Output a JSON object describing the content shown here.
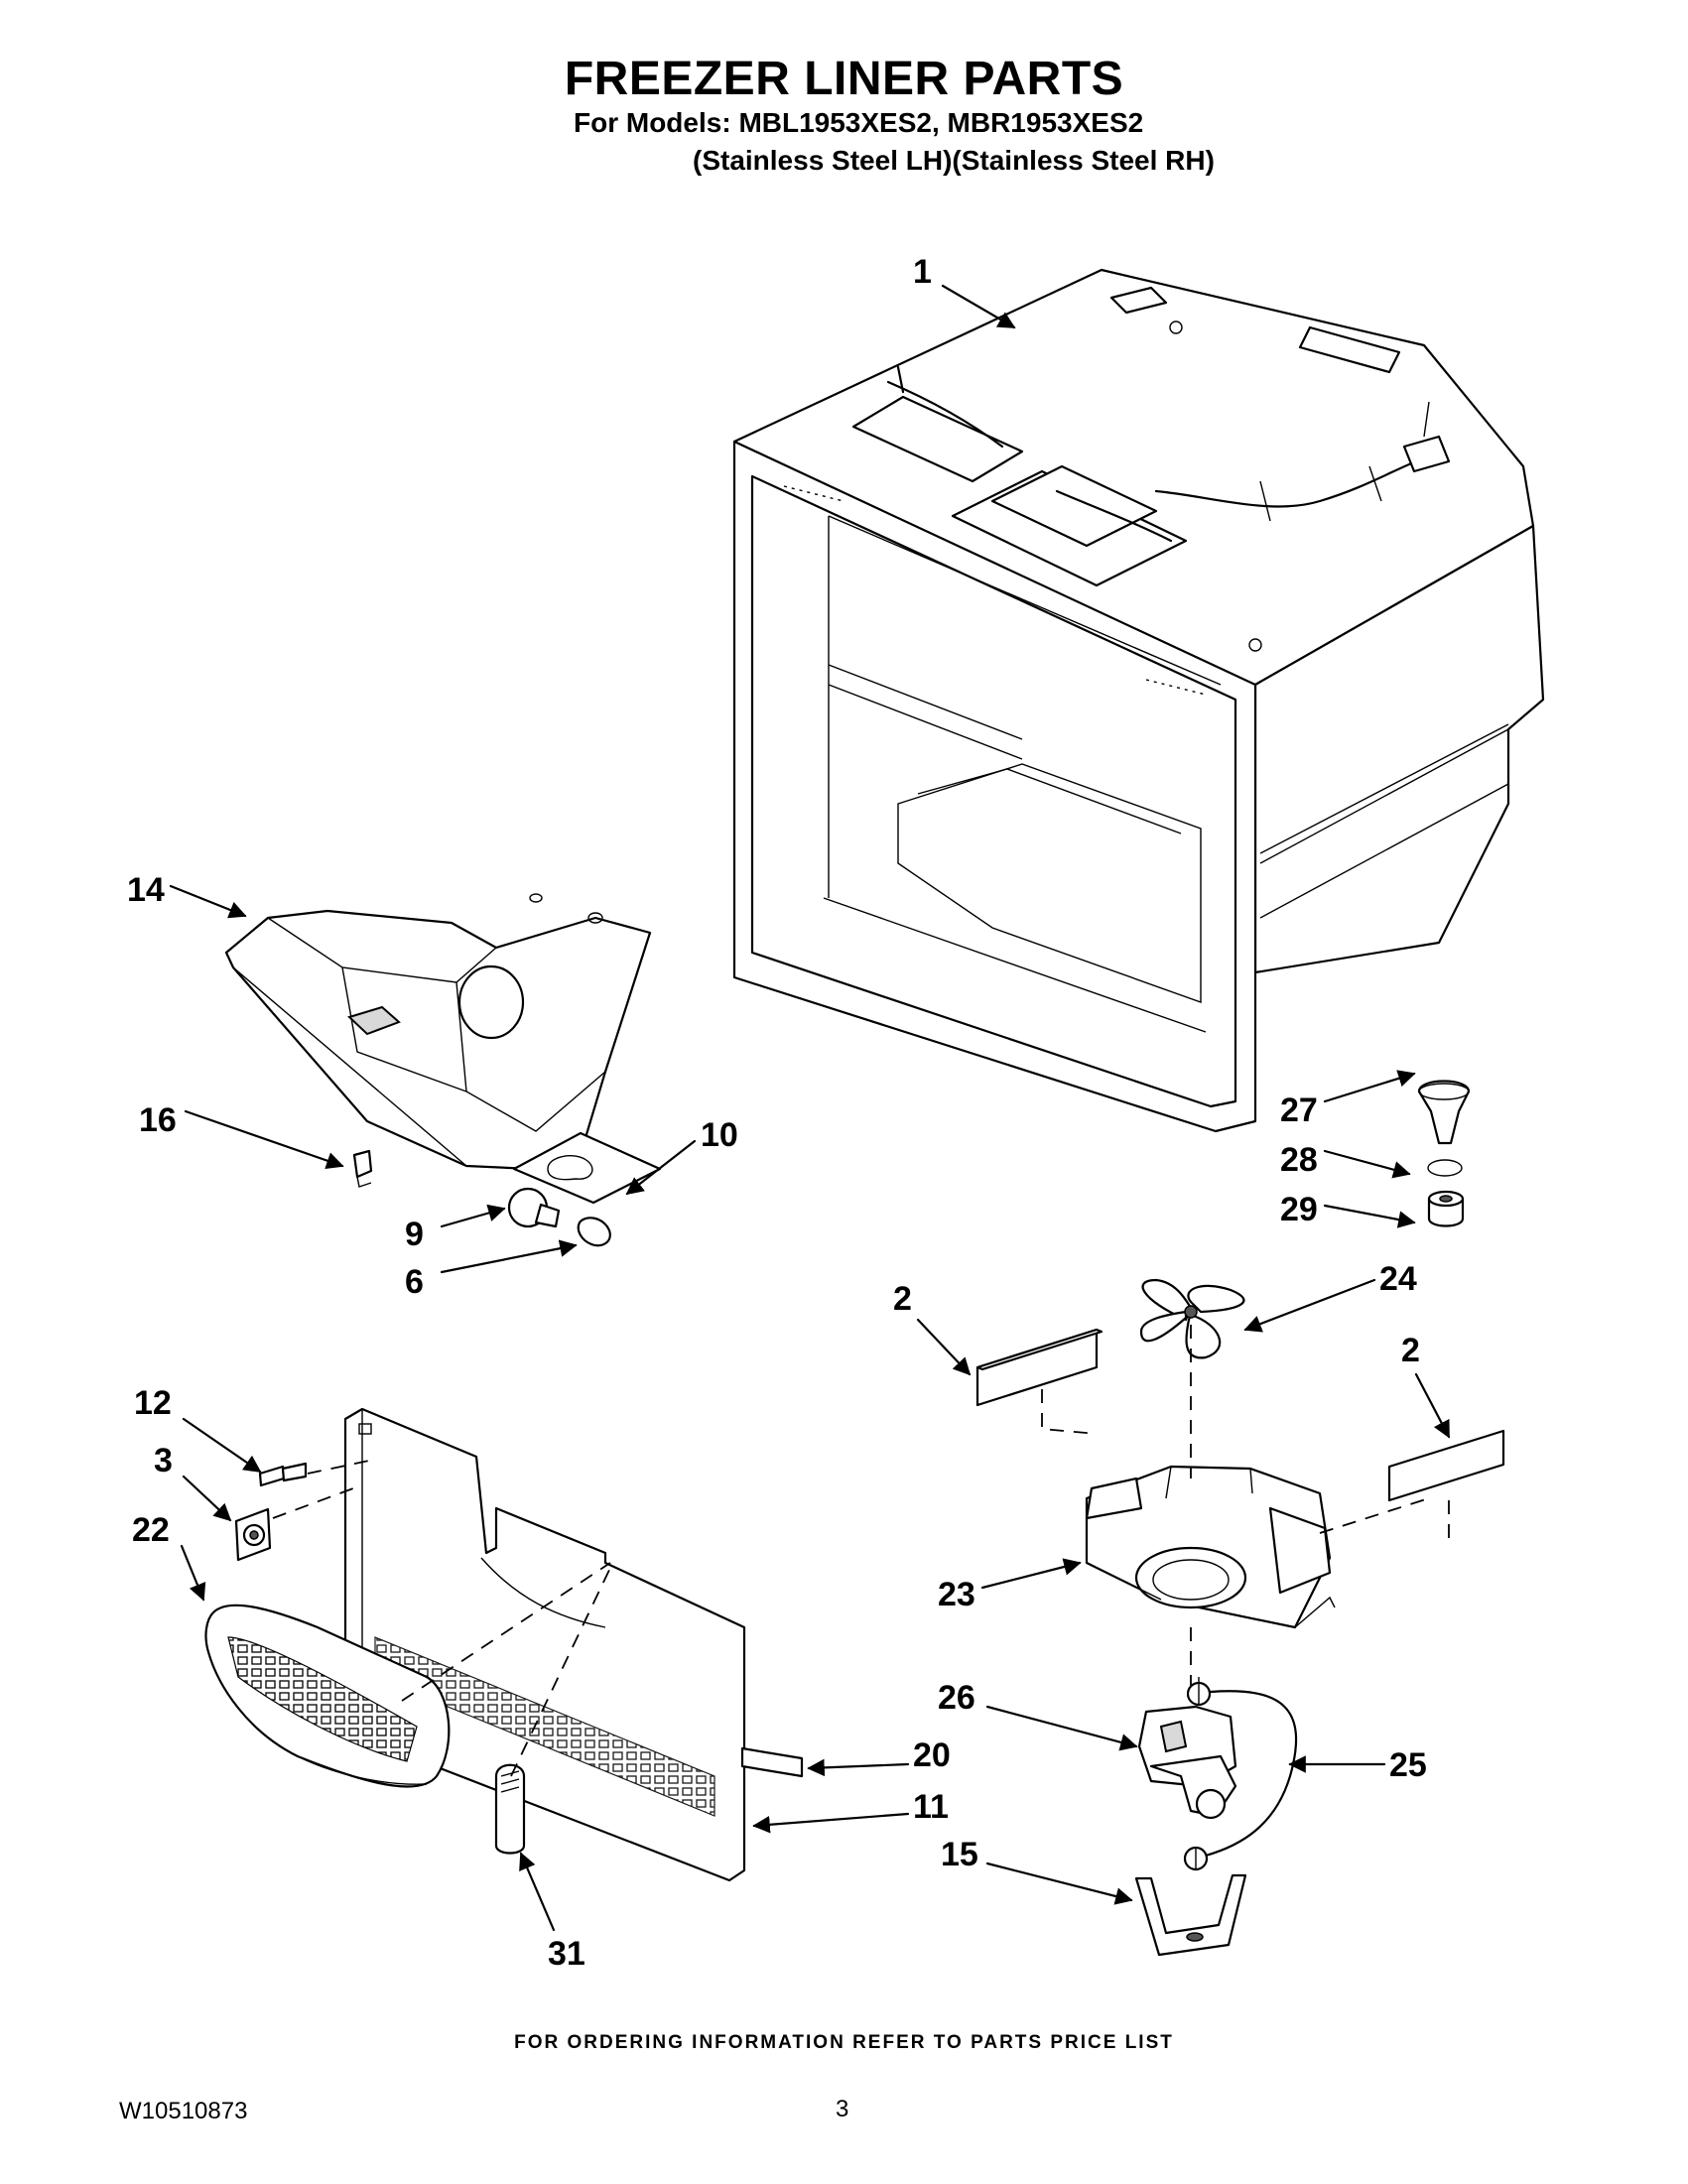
{
  "header": {
    "title": "FREEZER LINER PARTS",
    "models_line": "For Models: MBL1953XES2, MBR1953XES2",
    "variants_line": "(Stainless Steel LH)(Stainless Steel RH)"
  },
  "callouts": [
    "1",
    "14",
    "16",
    "10",
    "9",
    "6",
    "27",
    "28",
    "29",
    "2",
    "24",
    "2",
    "12",
    "3",
    "22",
    "23",
    "26",
    "20",
    "25",
    "11",
    "15",
    "31"
  ],
  "footer": {
    "ordering_note": "FOR ORDERING INFORMATION REFER TO PARTS PRICE LIST",
    "document_number": "W10510873",
    "page_number": "3"
  }
}
